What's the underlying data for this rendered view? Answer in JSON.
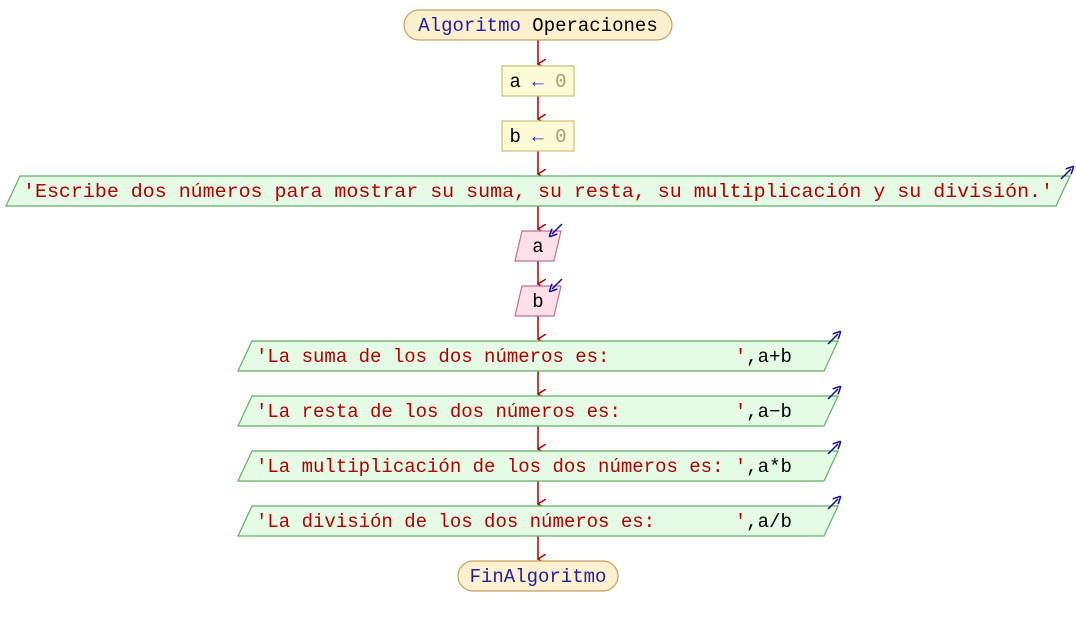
{
  "algorithm": {
    "start_keyword": "Algoritmo",
    "name": "Operaciones",
    "end_keyword": "FinAlgoritmo"
  },
  "assignments": [
    {
      "var": "a",
      "arrow": "←",
      "value": "0"
    },
    {
      "var": "b",
      "arrow": "←",
      "value": "0"
    }
  ],
  "intro_output": {
    "text": "'Escribe dos números para mostrar su suma, su resta, su multiplicación y su división.'"
  },
  "inputs": [
    {
      "var": "a"
    },
    {
      "var": "b"
    }
  ],
  "outputs": [
    {
      "string": "'La suma de los dos números es:           '",
      "expr": ",a+b"
    },
    {
      "string": "'La resta de los dos números es:          '",
      "expr": ",a−b"
    },
    {
      "string": "'La multiplicación de los dos números es: '",
      "expr": ",a*b"
    },
    {
      "string": "'La división de los dos números es:       '",
      "expr": ",a/b"
    }
  ],
  "colors": {
    "terminal_fill": "#fdf0cf",
    "terminal_stroke": "#c8a060",
    "assign_fill": "#fdfbd5",
    "assign_stroke": "#c8c070",
    "input_fill": "#fde0ea",
    "input_stroke": "#c07090",
    "output_fill": "#e5fbe5",
    "output_stroke": "#60b060",
    "connector": "#b00000",
    "io_icon": "#1010a0"
  }
}
